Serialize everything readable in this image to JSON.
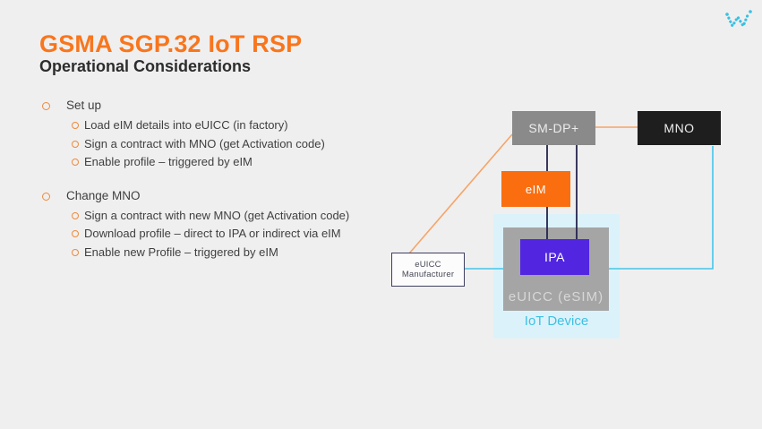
{
  "slide": {
    "title": "GSMA SGP.32 IoT RSP",
    "subtitle": "Operational Considerations"
  },
  "logo": {
    "name": "w-dotted-logo",
    "color": "#38c0e3"
  },
  "bullets": [
    {
      "label": "Set up",
      "items": [
        "Load eIM details into eUICC (in factory)",
        "Sign a contract with MNO (get Activation code)",
        "Enable profile – triggered by eIM"
      ]
    },
    {
      "label": "Change MNO",
      "items": [
        "Sign a contract with new MNO (get Activation code)",
        "Download profile – direct to IPA or indirect via eIM",
        "Enable new Profile – triggered by eIM"
      ]
    }
  ],
  "diagram": {
    "nodes": {
      "sm_dp": {
        "label": "SM-DP+",
        "bg": "#8a8a8a"
      },
      "mno": {
        "label": "MNO",
        "bg": "#1e1e1e"
      },
      "eim": {
        "label": "eIM",
        "bg": "#fa6e0f"
      },
      "ipa": {
        "label": "IPA",
        "bg": "#5226e0"
      },
      "euicc": {
        "label": "eUICC  (eSIM)",
        "bg": "#a5a5a5"
      },
      "iot_device": {
        "label": "IoT Device",
        "bg": "#dcf2fa",
        "fg": "#3fc0e3"
      },
      "euicc_manufacturer": {
        "line1": "eUICC",
        "line2": "Manufacturer",
        "border": "#3f3f63"
      }
    },
    "line_colors": {
      "orange": "#f6a468",
      "cyan": "#45c6e8",
      "navy": "#23234d"
    }
  }
}
